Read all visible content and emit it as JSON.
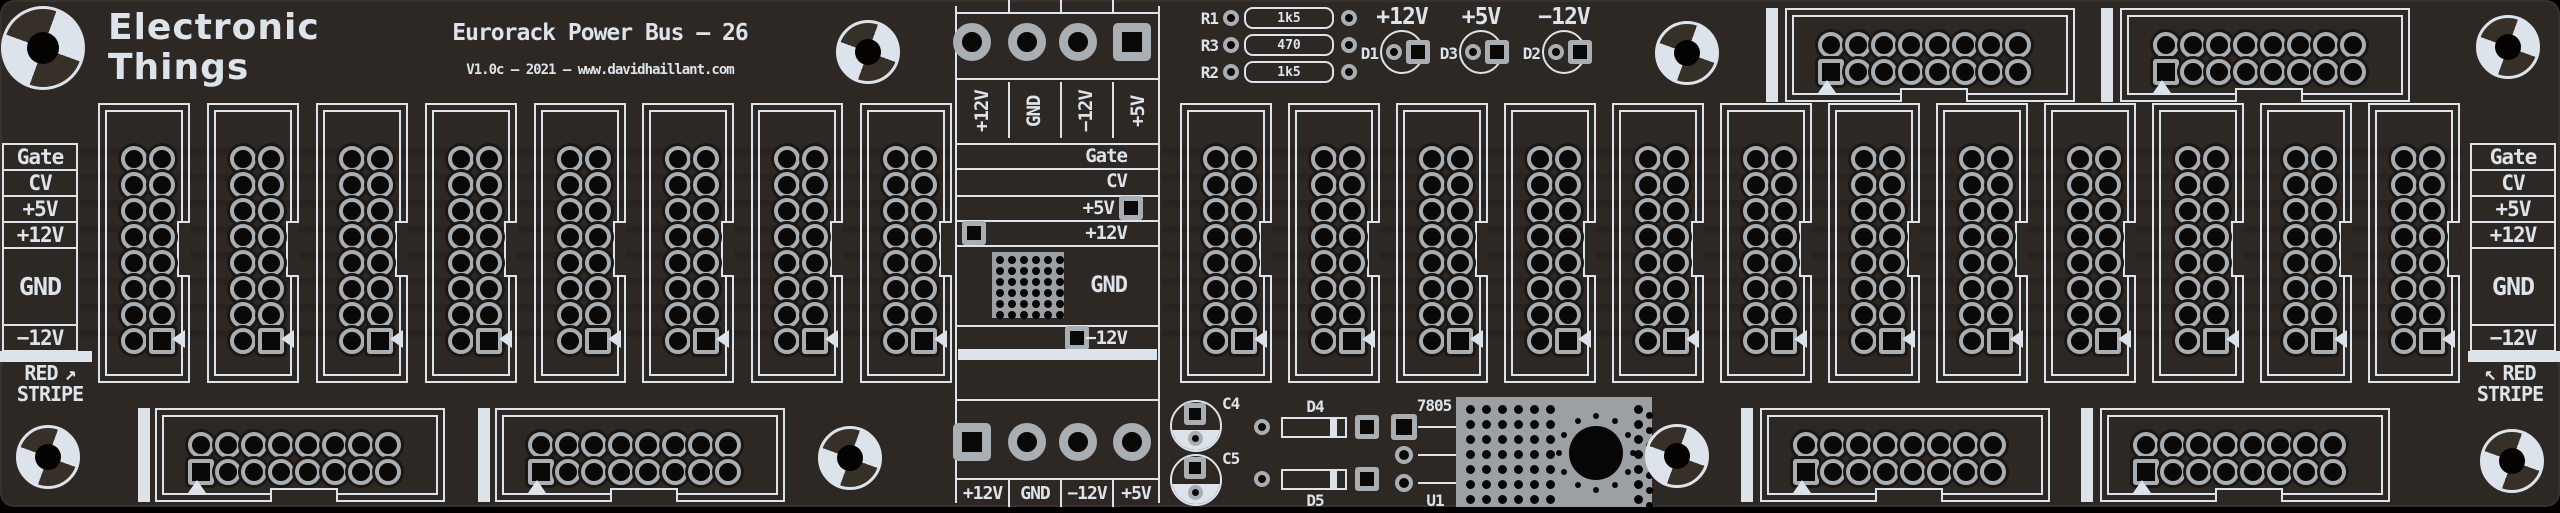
{
  "header": {
    "logo_line1": "Electronic",
    "logo_line2": "Things",
    "title": "Eurorack Power Bus – 26",
    "subtitle": "V1.0c – 2021 – www.davidhaillant.com"
  },
  "bus_labels": {
    "gate": "Gate",
    "cv": "CV",
    "p5": "+5V",
    "p12": "+12V",
    "gnd": "GND",
    "n12": "−12V"
  },
  "red_stripe": {
    "word1": "RED",
    "word2": "STRIPE",
    "arrow_ne": "↗",
    "arrow_nw": "↖"
  },
  "terminals": {
    "labels": [
      "+12V",
      "GND",
      "−12V",
      "+5V"
    ]
  },
  "resistors": [
    {
      "ref": "R1",
      "value": "1k5"
    },
    {
      "ref": "R3",
      "value": "470"
    },
    {
      "ref": "R2",
      "value": "1k5"
    }
  ],
  "leds": [
    {
      "ref": "D1",
      "rail": "+12V"
    },
    {
      "ref": "D3",
      "rail": "+5V"
    },
    {
      "ref": "D2",
      "rail": "−12V"
    }
  ],
  "capacitors": [
    {
      "ref": "C4"
    },
    {
      "ref": "C5"
    }
  ],
  "diodes": [
    {
      "ref": "D4"
    },
    {
      "ref": "D5"
    }
  ],
  "regulator": {
    "part": "7805",
    "ref": "U1"
  },
  "colors": {
    "board": "#2d2824",
    "silkscreen": "#dde3ea",
    "pad_ring": "#a9aeb3",
    "drill": "#0b0908",
    "copper_patch": "#9aa0a4"
  }
}
